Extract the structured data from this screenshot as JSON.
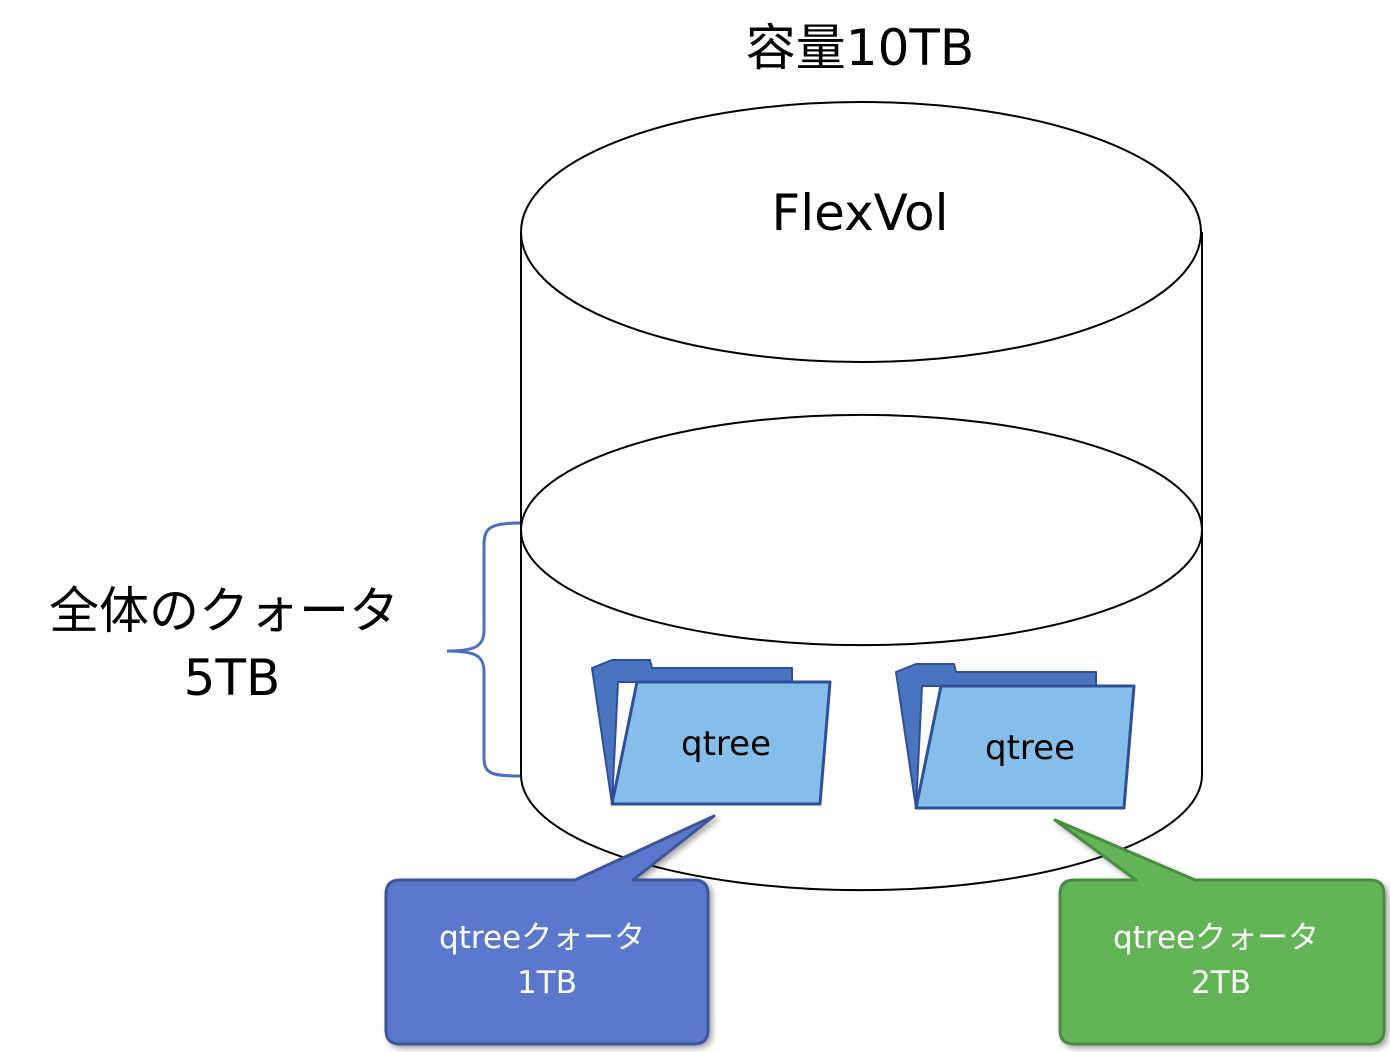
{
  "capacity_label": "容量10TB",
  "volume_label": "FlexVol",
  "total_quota": {
    "line1": "全体のクォータ",
    "line2": "5TB"
  },
  "folders": [
    {
      "label": "qtree"
    },
    {
      "label": "qtree"
    }
  ],
  "callouts": [
    {
      "line1": "qtreeクォータ",
      "line2": "1TB",
      "color": "#5b78cc"
    },
    {
      "line1": "qtreeクォータ",
      "line2": "2TB",
      "color": "#64b457"
    }
  ],
  "colors": {
    "folder_back": "#4a74c0",
    "folder_front": "#85bfe9",
    "folder_outline": "#2f4f9a",
    "brace": "#4a6fc0"
  }
}
